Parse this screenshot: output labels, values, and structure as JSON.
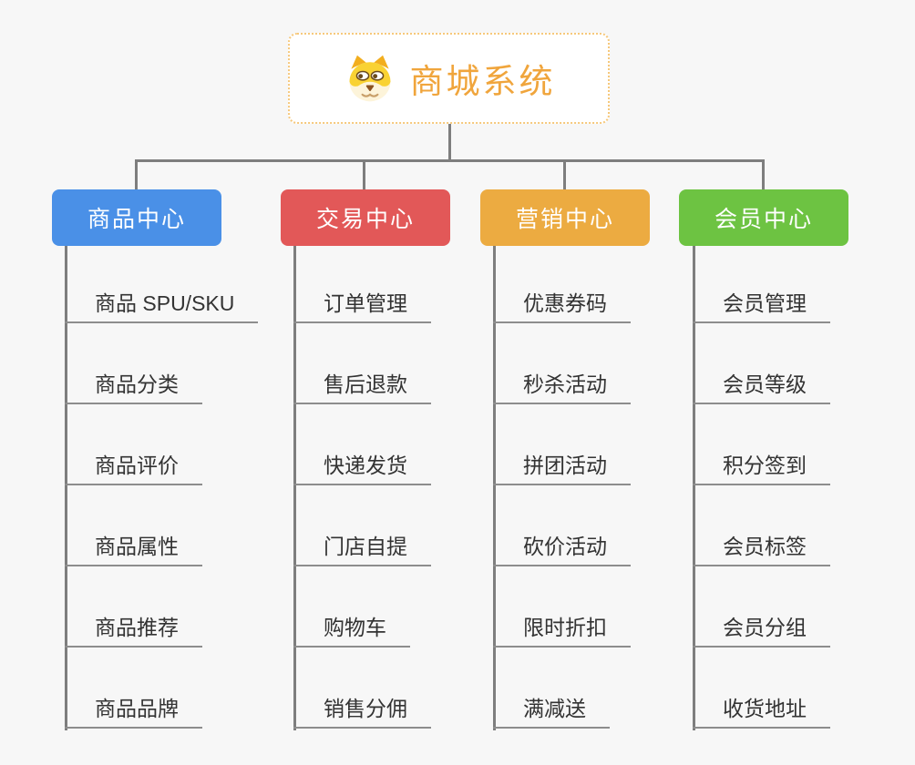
{
  "root": {
    "title": "商城系统",
    "icon": "dog-face-icon"
  },
  "branches": [
    {
      "label": "商品中心",
      "color": "#4a90e7",
      "items": [
        "商品 SPU/SKU",
        "商品分类",
        "商品评价",
        "商品属性",
        "商品推荐",
        "商品品牌"
      ]
    },
    {
      "label": "交易中心",
      "color": "#e25858",
      "items": [
        "订单管理",
        "售后退款",
        "快递发货",
        "门店自提",
        "购物车",
        "销售分佣"
      ]
    },
    {
      "label": "营销中心",
      "color": "#ecab41",
      "items": [
        "优惠券码",
        "秒杀活动",
        "拼团活动",
        "砍价活动",
        "限时折扣",
        "满减送"
      ]
    },
    {
      "label": "会员中心",
      "color": "#6dc342",
      "items": [
        "会员管理",
        "会员等级",
        "积分签到",
        "会员标签",
        "会员分组",
        "收货地址"
      ]
    }
  ],
  "colors": {
    "background": "#f7f7f7",
    "root_accent": "#f0a53c",
    "root_border": "#f6c87b",
    "connector": "#7e7e7e",
    "leaf_text": "#333333",
    "leaf_underline": "#8d8d8d"
  }
}
